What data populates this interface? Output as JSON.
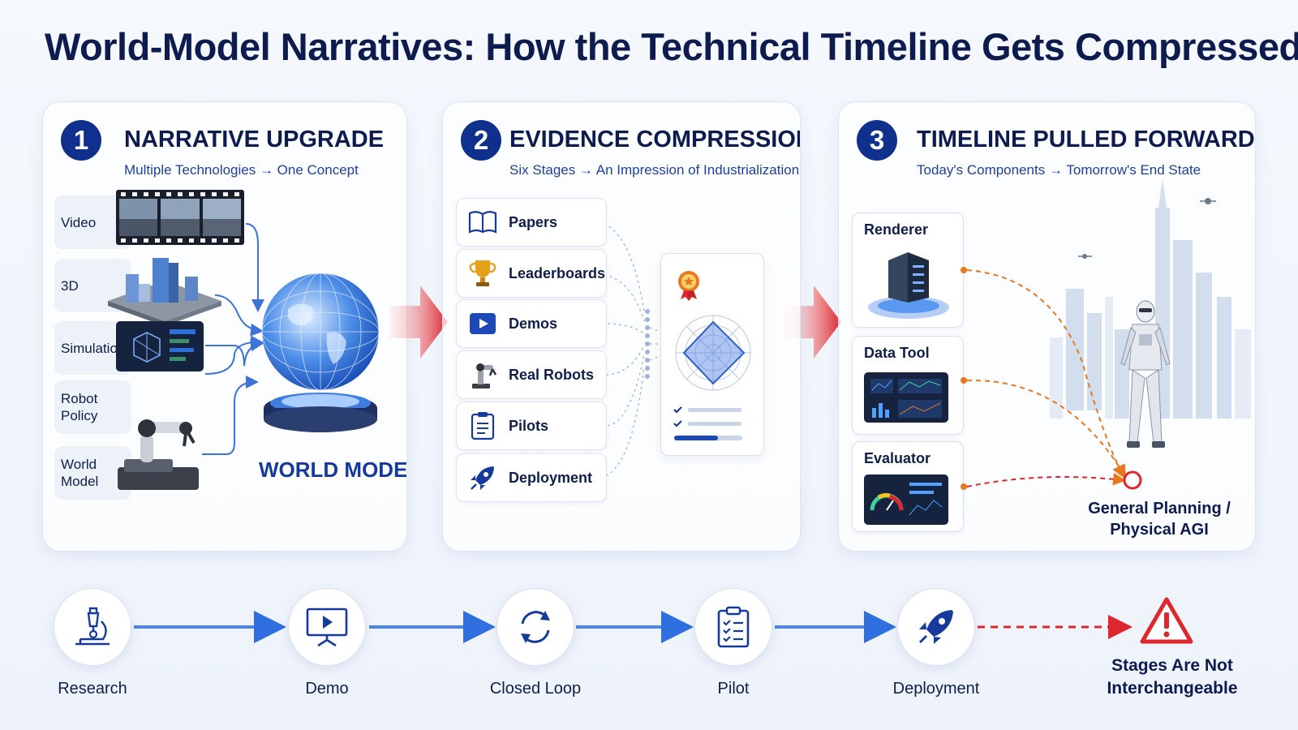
{
  "title": "World-Model Narratives: How the Technical Timeline Gets Compressed",
  "colors": {
    "navy": "#10308e",
    "accent_blue": "#2f6fe0",
    "red": "#e0262d",
    "orange": "#e8781e"
  },
  "panels": [
    {
      "number": "1",
      "title": "NARRATIVE UPGRADE",
      "subtitle": "Multiple Technologies → One Concept",
      "sources": [
        {
          "label": "Video",
          "icon": "film-strip-icon"
        },
        {
          "label": "3D",
          "icon": "city-model-icon"
        },
        {
          "label": "Simulation",
          "icon": "simulation-screen-icon"
        },
        {
          "label": "Robot Policy",
          "icon": "robot-arm-icon"
        },
        {
          "label": "World Model",
          "icon": "world-model-icon"
        }
      ],
      "target_label": "WORLD MODEL",
      "target_icon": "globe-hologram-icon"
    },
    {
      "number": "2",
      "title": "EVIDENCE COMPRESSION",
      "subtitle": "Six Stages → An Impression of Industrialization",
      "stages": [
        {
          "label": "Papers",
          "icon": "book-icon"
        },
        {
          "label": "Leaderboards",
          "icon": "trophy-icon"
        },
        {
          "label": "Demos",
          "icon": "play-icon"
        },
        {
          "label": "Real Robots",
          "icon": "robot-arm-icon"
        },
        {
          "label": "Pilots",
          "icon": "clipboard-icon"
        },
        {
          "label": "Deployment",
          "icon": "rocket-icon"
        }
      ],
      "impression_icon": "award-radar-card-icon"
    },
    {
      "number": "3",
      "title": "TIMELINE PULLED FORWARD",
      "subtitle": "Today's Components → Tomorrow's End State",
      "components": [
        {
          "label": "Renderer",
          "icon": "server-icon"
        },
        {
          "label": "Data Tool",
          "icon": "dashboard-icon"
        },
        {
          "label": "Evaluator",
          "icon": "gauge-dashboard-icon"
        }
      ],
      "goal_line1": "General Planning /",
      "goal_line2": "Physical AGI",
      "goal_icon": "humanoid-robot-city-icon"
    }
  ],
  "timeline": {
    "steps": [
      {
        "label": "Research",
        "icon": "microscope-icon"
      },
      {
        "label": "Demo",
        "icon": "presentation-icon"
      },
      {
        "label": "Closed Loop",
        "icon": "cycle-icon"
      },
      {
        "label": "Pilot",
        "icon": "clipboard-icon"
      },
      {
        "label": "Deployment",
        "icon": "rocket-icon"
      }
    ],
    "warning_line1": "Stages Are Not",
    "warning_line2": "Interchangeable",
    "warning_icon": "warning-icon"
  }
}
